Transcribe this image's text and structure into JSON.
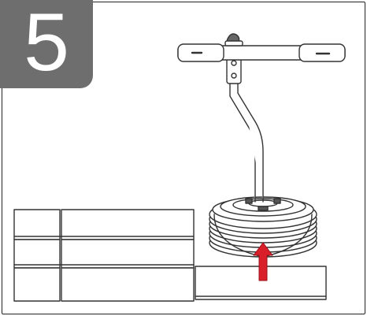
{
  "step": {
    "number": "5"
  },
  "colors": {
    "badge_bg": "#6e6e6e",
    "badge_text": "#ffffff",
    "line": "#333333",
    "arrow": "#d81f2a"
  },
  "illustration": {
    "tool": "tire-lever-tool",
    "objects": [
      "stacked-tires",
      "wheel-rim",
      "work-platform-blocks"
    ],
    "indicator": "lift-up-arrow"
  }
}
